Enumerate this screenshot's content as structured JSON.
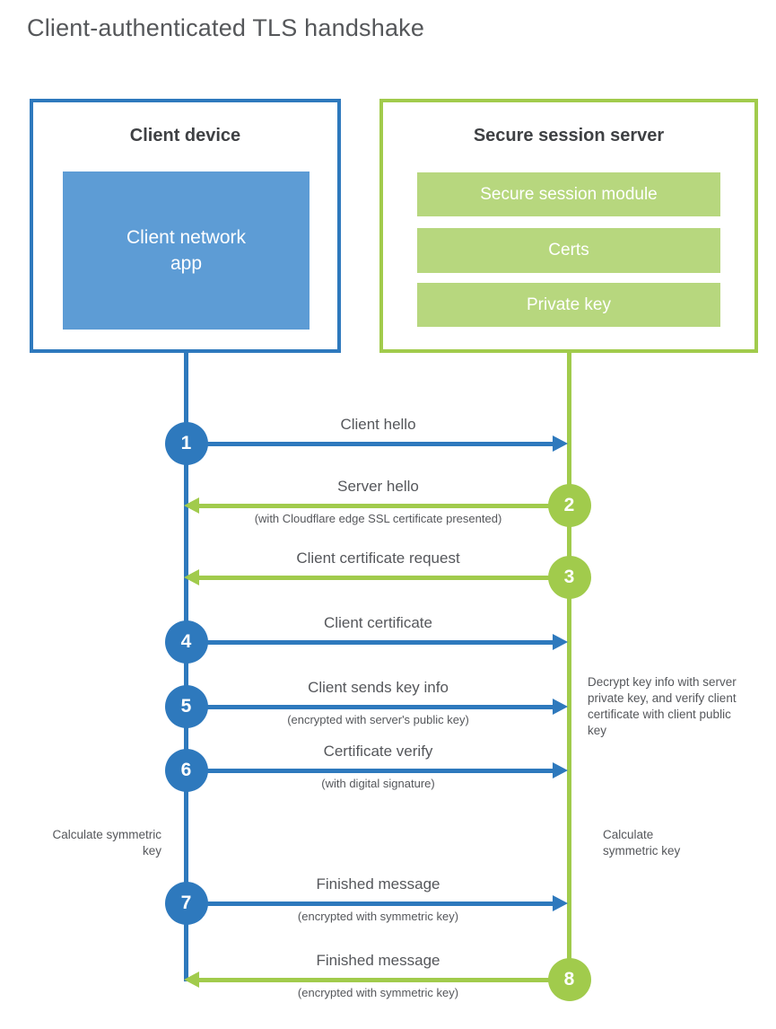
{
  "title": "Client-authenticated TLS handshake",
  "colors": {
    "blue": "#2e79bd",
    "blue_light": "#5d9cd5",
    "green": "#a1cb4c",
    "green_light": "#b7d77e",
    "text": "#55575b",
    "heading": "#3f4144"
  },
  "client_box": {
    "title": "Client device",
    "app_label": "Client network app"
  },
  "server_box": {
    "title": "Secure session server",
    "modules": [
      "Secure session module",
      "Certs",
      "Private key"
    ]
  },
  "steps": [
    {
      "num": "1",
      "label": "Client hello",
      "subtitle": "",
      "direction": "right",
      "color": "blue"
    },
    {
      "num": "2",
      "label": "Server hello",
      "subtitle": "(with Cloudflare edge SSL certificate presented)",
      "direction": "left",
      "color": "green"
    },
    {
      "num": "3",
      "label": "Client certificate request",
      "subtitle": "",
      "direction": "left",
      "color": "green"
    },
    {
      "num": "4",
      "label": "Client certificate",
      "subtitle": "",
      "direction": "right",
      "color": "blue"
    },
    {
      "num": "5",
      "label": "Client sends key info",
      "subtitle": "(encrypted with server's public key)",
      "direction": "right",
      "color": "blue"
    },
    {
      "num": "6",
      "label": "Certificate verify",
      "subtitle": "(with digital signature)",
      "direction": "right",
      "color": "blue"
    },
    {
      "num": "7",
      "label": "Finished message",
      "subtitle": "(encrypted with symmetric key)",
      "direction": "right",
      "color": "blue"
    },
    {
      "num": "8",
      "label": "Finished message",
      "subtitle": "(encrypted with symmetric key)",
      "direction": "left",
      "color": "green"
    }
  ],
  "annotations": {
    "decrypt_note": "Decrypt key info with server private key, and verify client certificate with client public key",
    "calc_left": "Calculate symmetric key",
    "calc_right": "Calculate symmetric key"
  }
}
